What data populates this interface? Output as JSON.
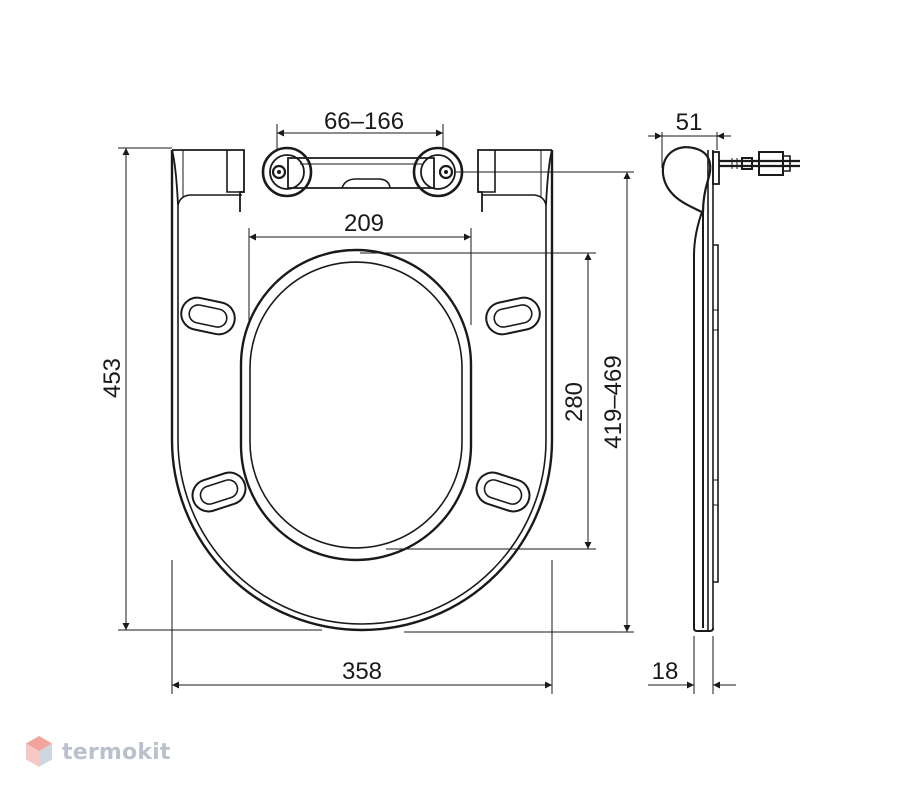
{
  "dimensions": {
    "hinge_span": "66–166",
    "inner_width": "209",
    "overall_length": "453",
    "inner_length": "280",
    "mount_distance": "419–469",
    "overall_width": "358",
    "side_depth": "51",
    "thickness": "18"
  },
  "watermark": {
    "text": "termokit",
    "icon": "hexagon-logo-icon",
    "colors": {
      "top": "#f2a39b",
      "left": "#f7c9c4",
      "right": "#cfd6df"
    }
  }
}
